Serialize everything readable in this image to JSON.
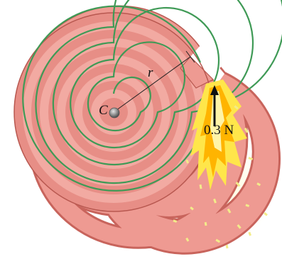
{
  "diagram": {
    "center_label": "C",
    "radius_label": "r",
    "force_label": "0.3 N"
  },
  "colors": {
    "coil_body": "#ee9a92",
    "coil_dark": "#c8645c",
    "spiral_line": "#3f9a56",
    "flame_outer": "#ffe64a",
    "flame_inner": "#ffb400",
    "hub": "#8a8a8a"
  }
}
